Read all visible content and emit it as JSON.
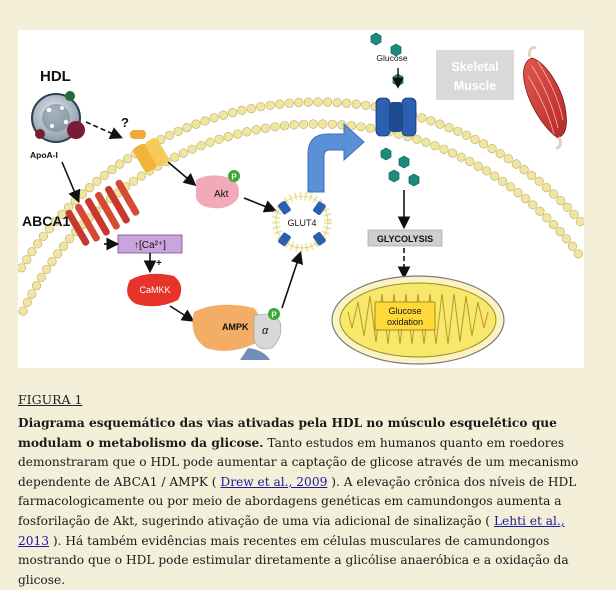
{
  "figure": {
    "labels": {
      "hdl": "HDL",
      "apoa": "ApoA-I",
      "abca1": "ABCA1",
      "question": "?",
      "akt": "Akt",
      "phospho": "P",
      "calcium": "↑[Ca²⁺]",
      "plus": "+",
      "camkk": "CaMKK",
      "ampk": "AMPK",
      "alpha": "α",
      "glut4": "GLUT4",
      "glucose": "Glucose",
      "skeletal_muscle": "Skeletal Muscle",
      "glycolysis": "GLYCOLYSIS",
      "glucose_oxidation": "Glucose oxidation"
    }
  },
  "caption": {
    "heading": "FIGURA 1",
    "bold_title": "Diagrama esquemático das vias ativadas pela HDL no músculo esquelético que modulam o metabolismo da glicose.",
    "text_1": " Tanto estudos em humanos quanto em roedores demonstraram que o HDL pode aumentar a captação de glicose através de um mecanismo dependente de ABCA1 / AMPK ( ",
    "ref_1": "Drew et al., 2009",
    "text_2": " ). A elevação crônica dos níveis de HDL farmacologicamente ou por meio de abordagens genéticas em camundongos aumenta a fosforilação de Akt, sugerindo ativação de uma via adicional de sinalização ( ",
    "ref_2": "Lehti et al., 2013",
    "text_3": " ). Há também evidências mais recentes em células musculares de camundongos mostrando que o HDL pode estimular diretamente a glicólise anaeróbica e a oxidação da glicose."
  },
  "colors": {
    "page_bg": "#f4efd8",
    "membrane_bead": "#f1e6a0",
    "akt": "#f2a9b8",
    "calcium_box": "#c8a6dc",
    "camkk": "#e8332a",
    "ampk": "#f3ad66",
    "glut4": "#2c5fb0",
    "glucose": "#1d8a7f",
    "mitochondria_fill": "#f7e76b",
    "link": "#1a1a9a"
  }
}
